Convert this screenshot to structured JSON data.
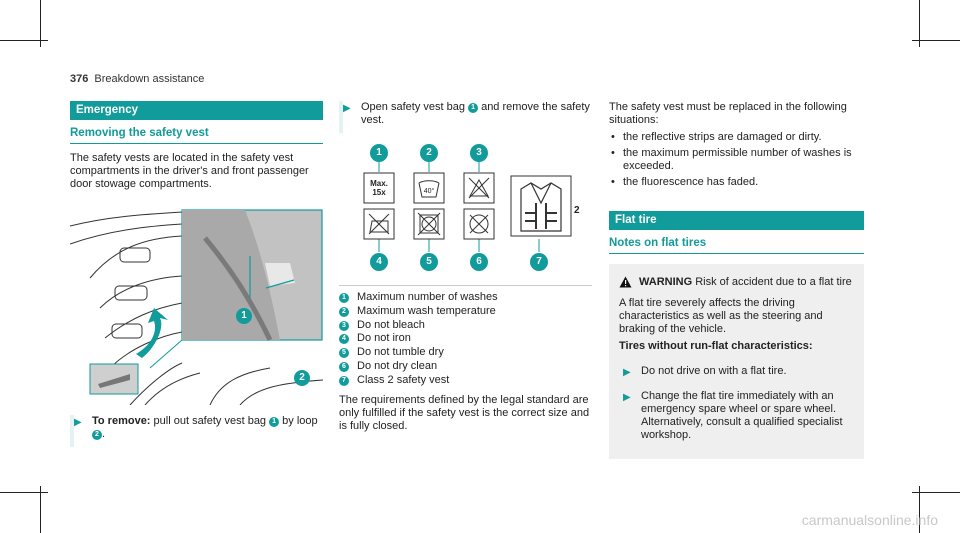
{
  "page": {
    "number": "376",
    "section": "Breakdown assistance"
  },
  "col1": {
    "bar": "Emergency",
    "subhead": "Removing the safety vest",
    "intro": "The safety vests are located in the safety vest compartments in the driver's and front passenger door stowage compartments.",
    "callouts": [
      "1",
      "2"
    ],
    "step": {
      "label": "To remove:",
      "text_a": " pull out safety vest bag ",
      "n1": "1",
      "text_b": " by loop ",
      "n2": "2",
      "text_c": "."
    }
  },
  "col2": {
    "step": {
      "text_a": "Open safety vest bag ",
      "n1": "1",
      "text_b": " and remove the safety vest."
    },
    "figure": {
      "max_label": "Max.",
      "max_value": "15x",
      "temp_label": "40°",
      "class_label": "2"
    },
    "legend": [
      {
        "n": "1",
        "text": "Maximum number of washes"
      },
      {
        "n": "2",
        "text": "Maximum wash temperature"
      },
      {
        "n": "3",
        "text": "Do not bleach"
      },
      {
        "n": "4",
        "text": "Do not iron"
      },
      {
        "n": "5",
        "text": "Do not tumble dry"
      },
      {
        "n": "6",
        "text": "Do not dry clean"
      },
      {
        "n": "7",
        "text": "Class 2 safety vest"
      }
    ],
    "note": "The requirements defined by the legal standard are only fulfilled if the safety vest is the correct size and is fully closed."
  },
  "col3": {
    "intro": "The safety vest must be replaced in the following situations:",
    "bullets": [
      "the reflective strips are damaged or dirty.",
      "the maximum permissible number of washes is exceeded.",
      "the fluorescence has faded."
    ],
    "bar": "Flat tire",
    "subhead": "Notes on flat tires",
    "warning": {
      "label": "WARNING",
      "title": " Risk of accident due to a flat tire",
      "body": "A flat tire severely affects the driving characteristics as well as the steering and braking of the vehicle.",
      "bold": "Tires without run-flat characteristics:",
      "steps": [
        "Do not drive on with a flat tire.",
        "Change the flat tire immediately with an emergency spare wheel or spare wheel. Alternatively, consult a qualified specialist workshop."
      ]
    }
  },
  "watermark": "carmanualsonline.info",
  "colors": {
    "accent": "#119b9b",
    "warnbg": "#efefef"
  }
}
